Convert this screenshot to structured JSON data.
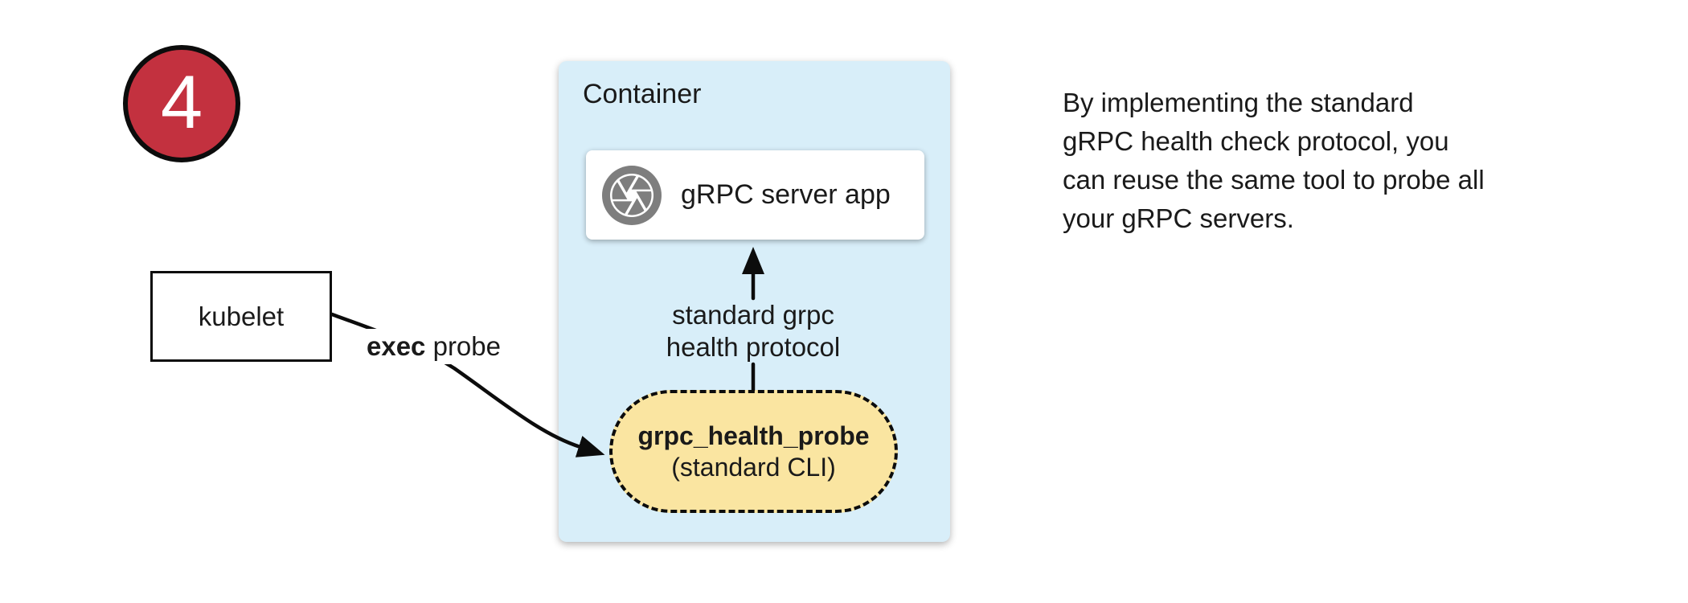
{
  "badge": {
    "number": "4"
  },
  "kubelet_box": {
    "label": "kubelet"
  },
  "exec_probe_label": {
    "bold": "exec",
    "rest": " probe"
  },
  "container": {
    "title": "Container",
    "server_app": {
      "label": "gRPC server app",
      "icon": "aperture-icon"
    },
    "protocol_label": "standard grpc\nhealth protocol",
    "probe_pill": {
      "name": "grpc_health_probe",
      "subtitle": "(standard CLI)"
    }
  },
  "note": "By implementing the standard\ngRPC health check protocol, you\ncan reuse the same tool to probe all\nyour gRPC servers.",
  "colors": {
    "badge_fill": "#C3313F",
    "container_fill": "#D8EEF9",
    "pill_fill": "#FAE5A1",
    "icon_gray": "#7E7E7E",
    "arrow_black": "#0C0C0C"
  }
}
